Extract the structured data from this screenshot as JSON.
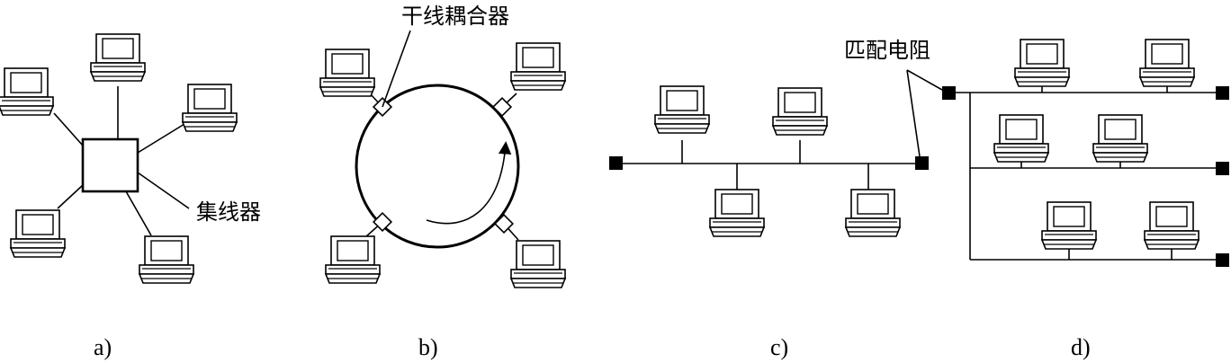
{
  "labels": {
    "hub": "集线器",
    "trunk_coupler": "干线耦合器",
    "terminator": "匹配电阻"
  },
  "subfigures": {
    "a": "a)",
    "b": "b)",
    "c": "c)",
    "d": "d)"
  },
  "icons": {
    "computer": "computer-icon",
    "hub": "hub-icon",
    "coupler": "coupler-icon",
    "terminator": "terminator-icon",
    "direction": "arrow-icon"
  },
  "colors": {
    "line": "#000000",
    "background": "#ffffff"
  }
}
